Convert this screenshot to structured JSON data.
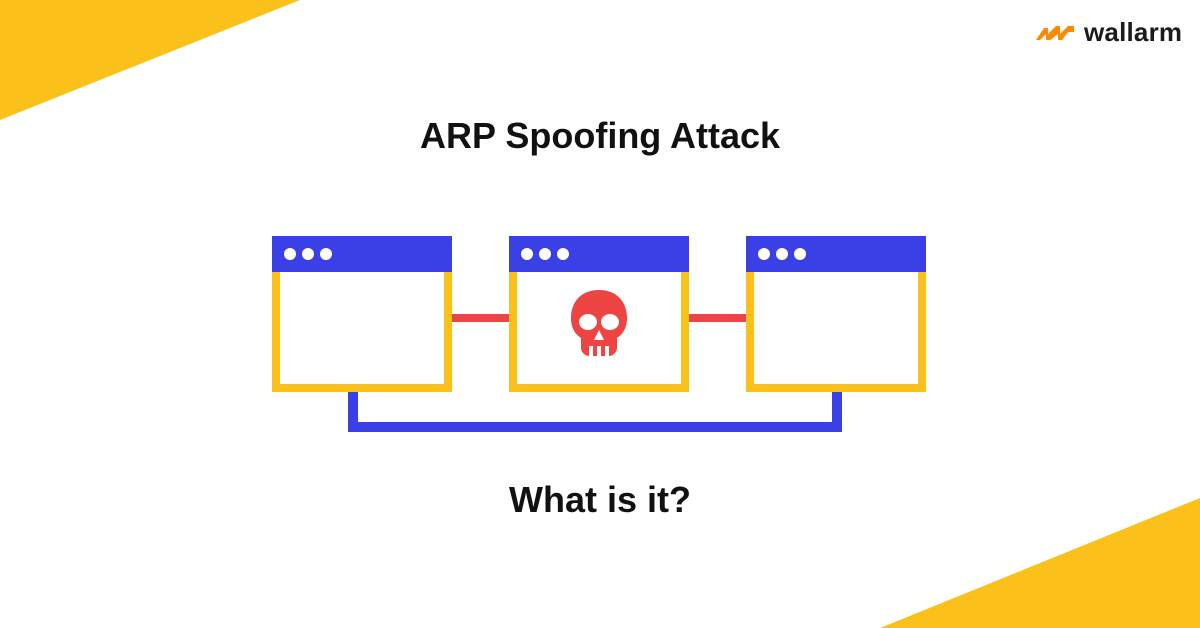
{
  "title": "ARP Spoofing Attack",
  "subtitle": "What is it?",
  "brand": {
    "name": "wallarm",
    "logo_icon": "wallarm-logo-icon",
    "logo_color": "#FF8A00"
  },
  "colors": {
    "accent_yellow": "#FCC01A",
    "window_blue": "#3B3FE6",
    "attack_red": "#EE4444",
    "text_dark": "#111111",
    "background": "#FFFFFF"
  },
  "diagram": {
    "nodes": [
      {
        "id": "left-host",
        "icon": "browser-window-icon",
        "role": "host"
      },
      {
        "id": "attacker",
        "icon": "skull-icon",
        "role": "attacker"
      },
      {
        "id": "right-host",
        "icon": "browser-window-icon",
        "role": "host"
      }
    ],
    "connections": [
      {
        "from": "left-host",
        "to": "attacker",
        "color": "#EE4444",
        "kind": "spoofed-link"
      },
      {
        "from": "attacker",
        "to": "right-host",
        "color": "#EE4444",
        "kind": "spoofed-link"
      },
      {
        "from": "left-host",
        "to": "right-host",
        "color": "#3B3FE6",
        "kind": "original-link"
      }
    ]
  }
}
